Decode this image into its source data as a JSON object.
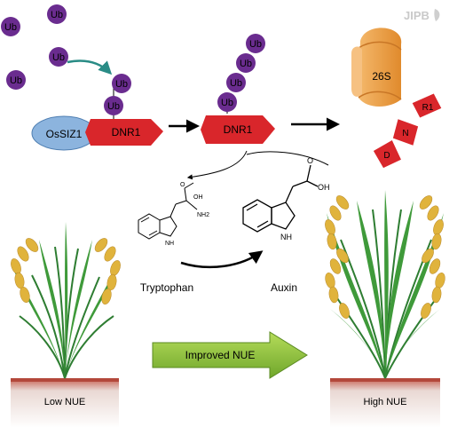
{
  "watermark": "JIPB",
  "ubiquitin": {
    "label": "Ub"
  },
  "proteins": {
    "ossiz1": "OsSIZ1",
    "dnr1": "DNR1",
    "proteasome": "26S",
    "fragments": [
      "R1",
      "N",
      "D"
    ]
  },
  "metabolites": {
    "tryptophan": "Tryptophan",
    "auxin": "Auxin",
    "tryptophan_groups": {
      "oh": "OH",
      "o": "O",
      "nh2": "NH2",
      "nh": "NH"
    },
    "auxin_groups": {
      "oh": "OH",
      "o": "O",
      "nh": "NH"
    }
  },
  "outcome": {
    "arrow_label": "Improved NUE",
    "low": "Low NUE",
    "high": "High NUE"
  },
  "colors": {
    "ubiquitin": "#6a2c8f",
    "dnr1": "#d9262b",
    "ossiz1": "#8cb4de",
    "proteasome": "#f0a24a",
    "nue_arrow": "#8fc33a",
    "soil": "#b3483b",
    "plant": "#2e7d32",
    "grain": "#e0b33c"
  }
}
